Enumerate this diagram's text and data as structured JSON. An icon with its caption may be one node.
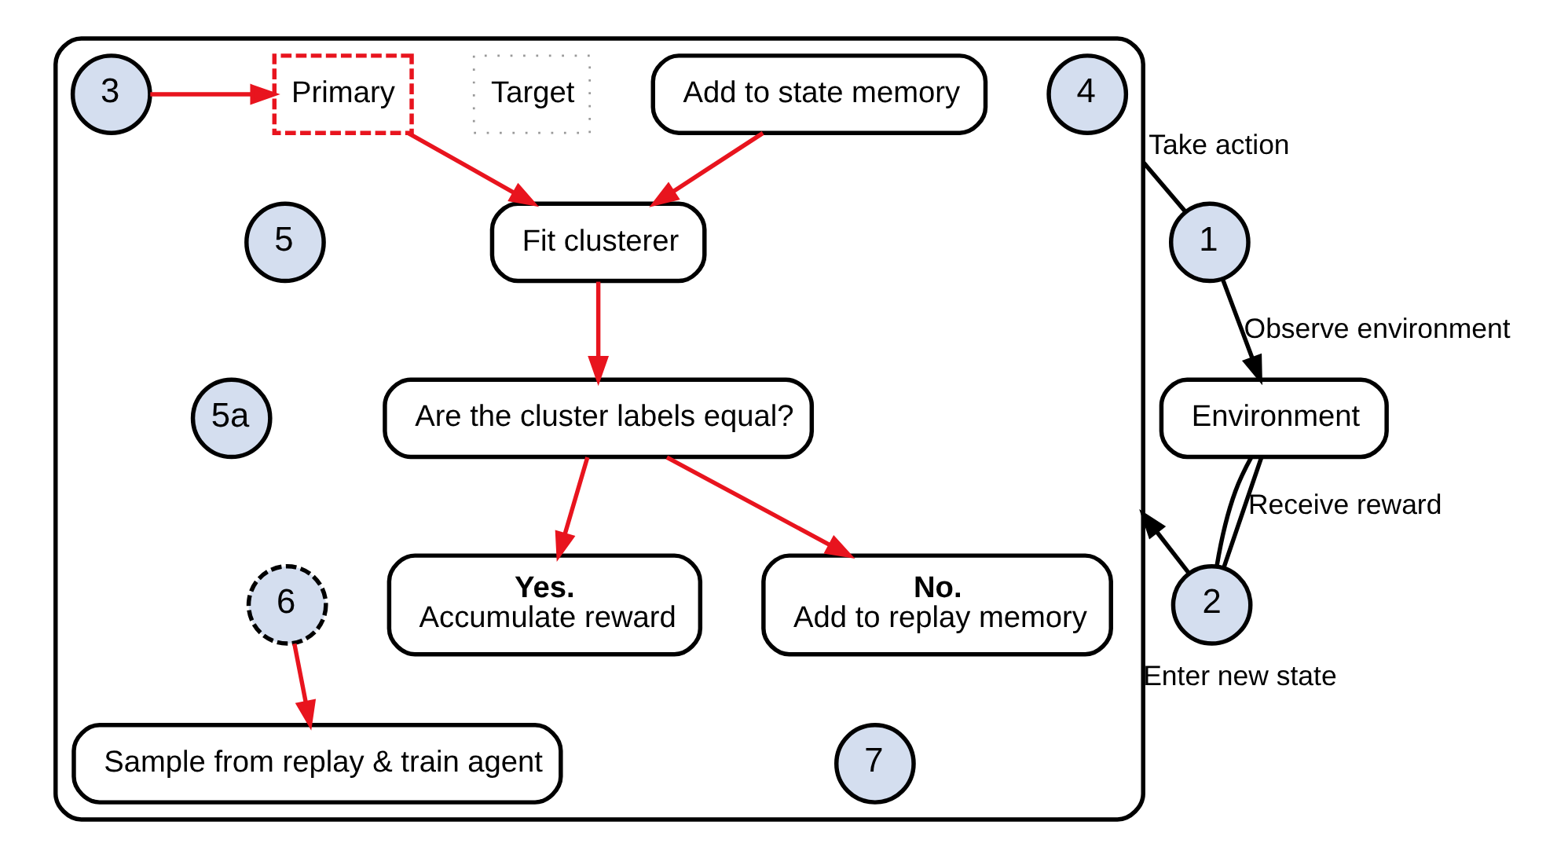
{
  "diagram": {
    "nodes": [
      {
        "text": [],
        "shape": "box"
      },
      {
        "text": [
          "3"
        ],
        "in": 0
      },
      {
        "text": [
          "Primary"
        ],
        "in": 0
      },
      {
        "text": [
          "Target"
        ],
        "in": 0
      },
      {
        "text": [
          "7"
        ],
        "in": 0
      },
      {
        "text": [
          "Sample from replay & train agent"
        ],
        "in": 0
      },
      {
        "text": [
          "4"
        ],
        "in": 0
      },
      {
        "text": [
          "Add to state memory"
        ],
        "in": 0
      },
      {
        "text": [
          "5"
        ],
        "in": 0
      },
      {
        "text": [
          "Fit clusterer"
        ],
        "in": 0
      },
      {
        "text": [
          "6"
        ],
        "in": 0
      },
      {
        "text": [
          "No.",
          "Add to replay memory"
        ],
        "in": 0
      },
      {
        "text": [
          "Yes.",
          "Accumulate reward"
        ],
        "in": 0
      },
      {
        "text": [
          "5a"
        ],
        "in": 0
      },
      {
        "text": [
          "Are the cluster labels equal?"
        ],
        "in": 0
      },
      {
        "text": [
          "2"
        ]
      },
      {
        "text": [
          "Environment"
        ]
      },
      {
        "text": [
          "1"
        ]
      }
    ],
    "edges": [
      {
        "from": 1,
        "to": 2,
        "arrow": "to",
        "color": "#e8141e"
      },
      {
        "from": 2,
        "to": 9,
        "arrow": "to",
        "color": "#e8141e"
      },
      {
        "from": 7,
        "to": 9,
        "arrow": "to",
        "color": "#e8141e"
      },
      {
        "from": 9,
        "to": 14,
        "arrow": "to",
        "color": "#e8141e"
      },
      {
        "from": 14,
        "to": 11,
        "arrow": "to",
        "color": "#e8141e"
      },
      {
        "from": 14,
        "to": 12,
        "arrow": "to",
        "color": "#e8141e"
      },
      {
        "from": 10,
        "to": 5,
        "arrow": "to",
        "color": "#e8141e"
      },
      {
        "from": 0,
        "to": 17,
        "arrow": "none",
        "label": "Take action",
        "color": "#000000"
      },
      {
        "from": 17,
        "to": 16,
        "arrow": "to",
        "label": "Observe environment",
        "color": "#000000"
      },
      {
        "from": 16,
        "to": 15,
        "arrow": "none",
        "label": "Receive reward",
        "color": "#000000"
      },
      {
        "from": 16,
        "to": 15,
        "arrow": "none",
        "color": "#000000"
      },
      {
        "from": 15,
        "to": 0,
        "arrow": "to",
        "label": "Enter new state",
        "color": "#000000"
      }
    ]
  }
}
